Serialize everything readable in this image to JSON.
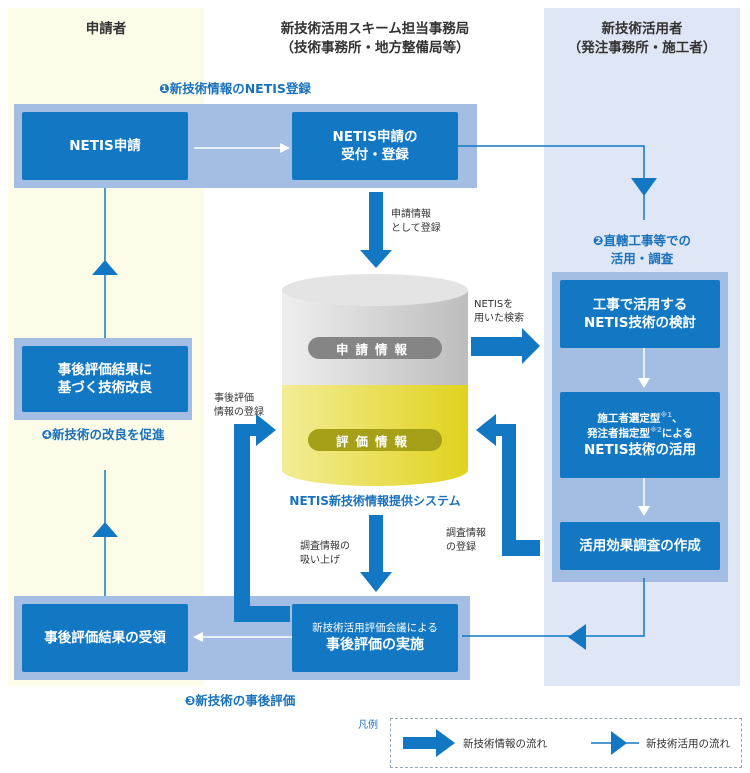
{
  "lanes": {
    "applicant": {
      "title": "申請者"
    },
    "secretariat": {
      "title_line1": "新技術活用スキーム担当事務局",
      "title_line2": "（技術事務所・地方整備局等）"
    },
    "user": {
      "title_line1": "新技術活用者",
      "title_line2": "（発注事務所・施工者）"
    }
  },
  "steps": {
    "step1": "❶新技術情報のNETIS登録",
    "step2_line1": "❷直轄工事等での",
    "step2_line2": "活用・調査",
    "step3": "❸新技術の事後評価",
    "step4": "❹新技術の改良を促進"
  },
  "boxes": {
    "netis_application": "NETIS申請",
    "reception_line1": "NETIS申請の",
    "reception_line2": "受付・登録",
    "improvement_line1": "事後評価結果に",
    "improvement_line2": "基づく技術改良",
    "consider_line1": "工事で活用する",
    "consider_line2": "NETIS技術の検討",
    "utilize_line1a": "施工者選定型",
    "utilize_sup1": "※1",
    "utilize_line1b": "、",
    "utilize_line2a": "発注者指定型",
    "utilize_sup2": "※2",
    "utilize_line2b": "による",
    "utilize_line3": "NETIS技術の活用",
    "survey": "活用効果調査の作成",
    "receipt": "事後評価結果の受領",
    "evaluation_line1": "新技術活用評価会議による",
    "evaluation_line2": "事後評価の実施"
  },
  "database": {
    "application_info": "申請情報",
    "evaluation_info": "評価情報",
    "system_name": "NETIS新技術情報提供システム"
  },
  "notes": {
    "register_as_application_line1": "申請情報",
    "register_as_application_line2": "として登録",
    "search_line1": "NETISを",
    "search_line2": "用いた検索",
    "post_eval_register_line1": "事後評価",
    "post_eval_register_line2": "情報の登録",
    "survey_register_line1": "調査情報",
    "survey_register_line2": "の登録",
    "survey_absorb_line1": "調査情報の",
    "survey_absorb_line2": "吸い上げ"
  },
  "legend": {
    "title": "凡例",
    "info_flow": "新技術情報の流れ",
    "usage_flow": "新技術活用の流れ"
  },
  "colors": {
    "primary_blue": "#1278c4",
    "band_blue": "#a3bde3",
    "applicant_lane": "#fdfce8",
    "user_lane": "#dfe6f5",
    "step_label": "#1a72bd",
    "db_gray": "#d9d9d9",
    "db_yellow": "#e8df4a"
  }
}
